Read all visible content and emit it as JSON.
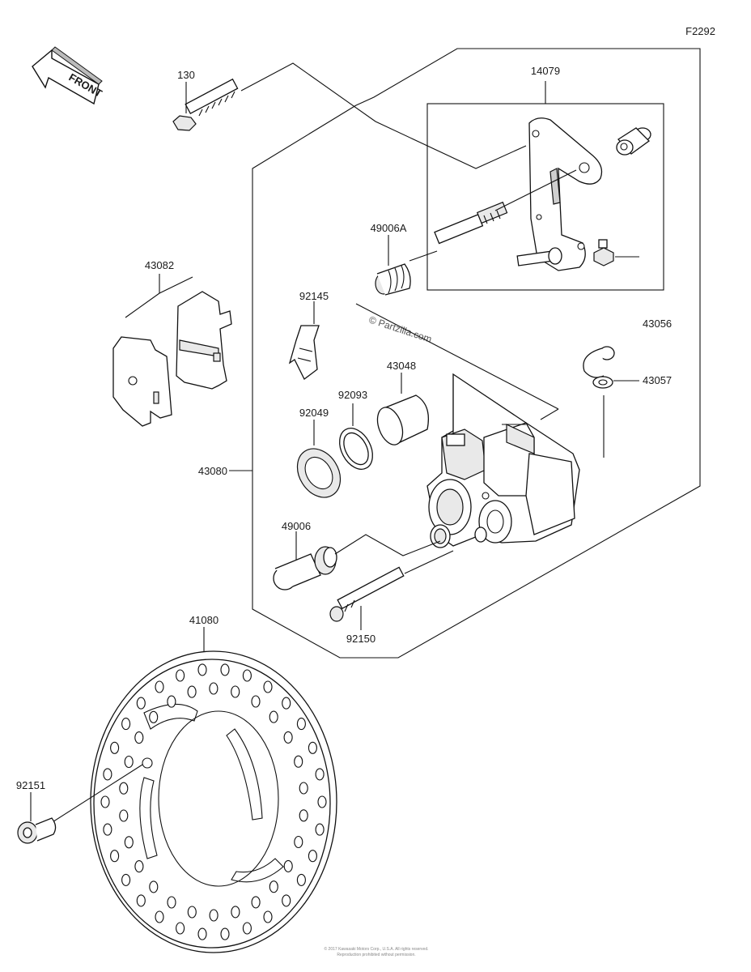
{
  "diagram": {
    "code": "F2292",
    "direction_label": "FRONT",
    "watermark": "© Partzilla.com",
    "footer_lines": [
      "© 2017 Kawasaki Motors Corp., U.S.A. All rights reserved.",
      "Reproduction prohibited without permission."
    ]
  },
  "parts": {
    "p130": "130",
    "p14079": "14079",
    "p49006A": "49006A",
    "p43082": "43082",
    "p92145": "92145",
    "p43056": "43056",
    "p43057": "43057",
    "p43048": "43048",
    "p92093": "92093",
    "p92049": "92049",
    "p43080": "43080",
    "p49006": "49006",
    "p92150": "92150",
    "p41080": "41080",
    "p92151": "92151"
  }
}
